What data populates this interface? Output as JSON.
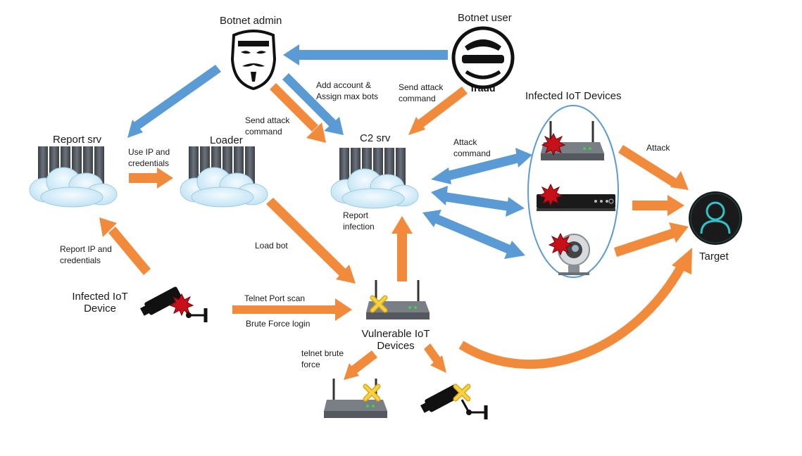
{
  "nodes": {
    "botnet_admin": "Botnet admin",
    "botnet_user": "Botnet user",
    "report_srv": "Report srv",
    "loader": "Loader",
    "c2_srv": "C2 srv",
    "infected_iot_devices": "Infected IoT Devices",
    "target": "Target",
    "infected_iot_device_line1": "Infected IoT",
    "infected_iot_device_line2": "Device",
    "vulnerable_iot_line1": "Vulnerable IoT",
    "vulnerable_iot_line2": "Devices"
  },
  "edges": {
    "add_account_line1": "Add account &",
    "add_account_line2": "Assign max bots",
    "send_attack_user_line1": "Send attack",
    "send_attack_user_line2": "command",
    "send_attack_admin_line1": "Send attack",
    "send_attack_admin_line2": "command",
    "use_ip_line1": "Use IP and",
    "use_ip_line2": "credentials",
    "attack_command_line1": "Attack",
    "attack_command_line2": "command",
    "attack": "Attack",
    "report_infection_line1": "Report",
    "report_infection_line2": "infection",
    "load_bot": "Load bot",
    "report_ip_line1": "Report IP and",
    "report_ip_line2": "credentials",
    "telnet_port_scan": "Telnet Port scan",
    "brute_force_login": "Brute Force login",
    "telnet_brute_line1": "telnet brute",
    "telnet_brute_line2": "force"
  },
  "icons": {
    "fraud_text": "fraud"
  },
  "colors": {
    "orange_arrow": "#f28a3c",
    "blue_arrow": "#5b9bd5",
    "server_dark": "#4a4f57",
    "cloud": "#cde7f5",
    "ellipse_stroke": "#5b9bd5",
    "infection_red": "#c8101a",
    "vuln_yellow": "#f2c230",
    "target_ring": "#2fc3c9"
  }
}
